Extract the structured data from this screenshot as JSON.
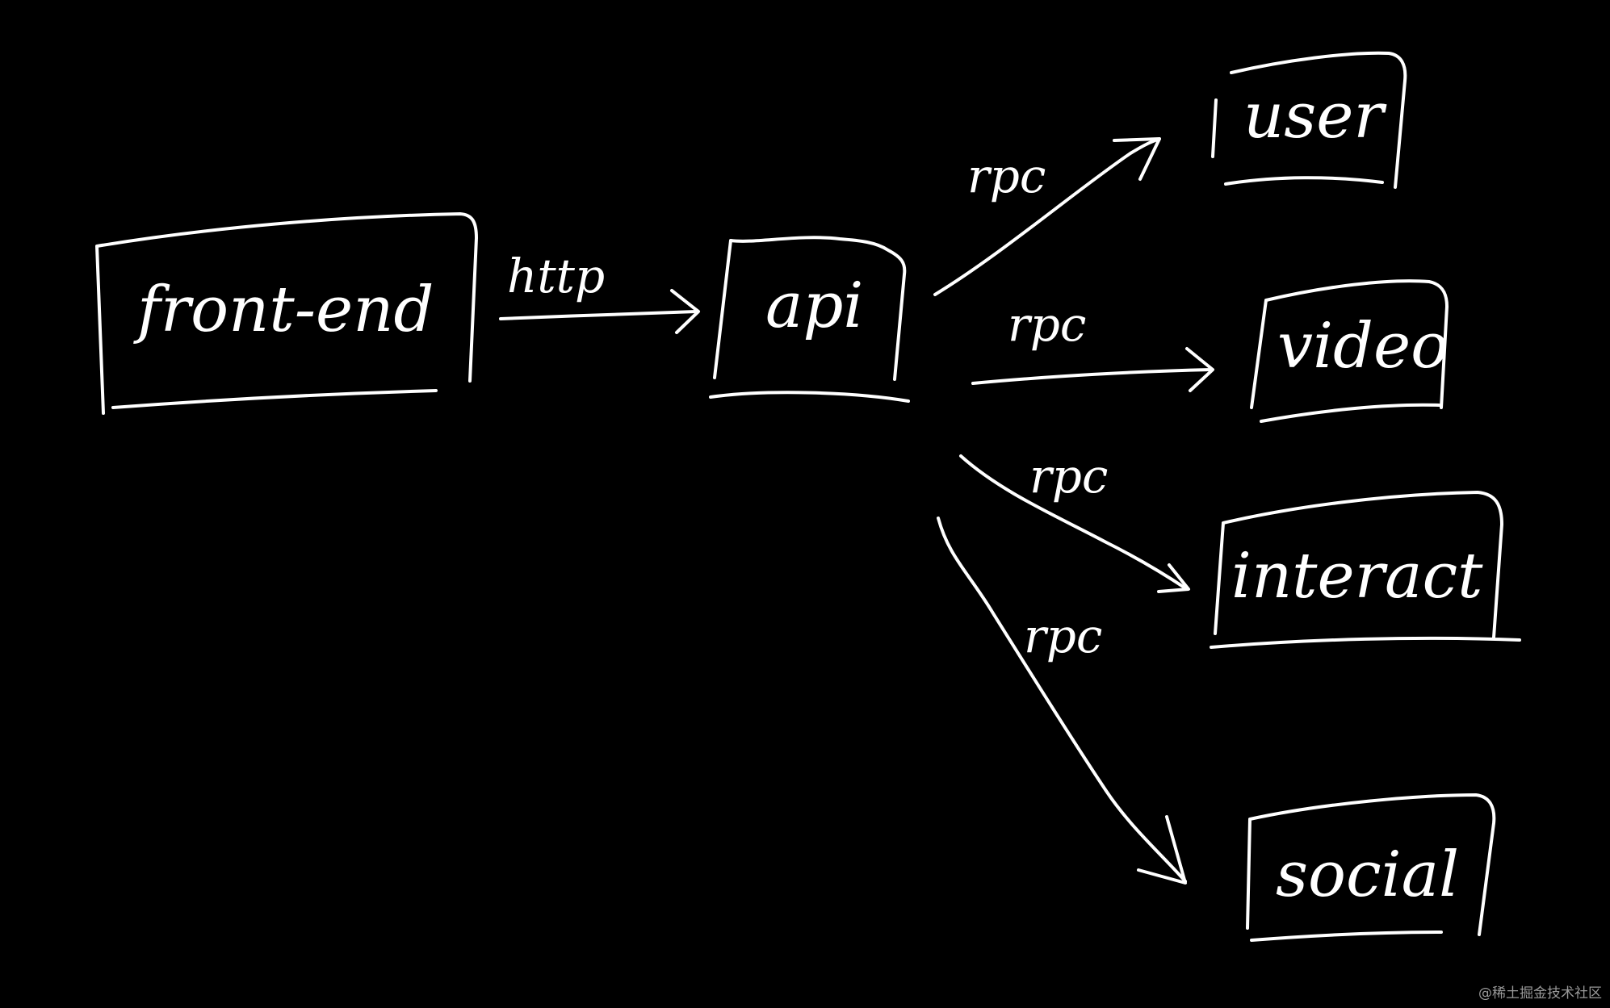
{
  "nodes": {
    "front_end": "front-end",
    "api": "api",
    "user": "user",
    "video": "video",
    "interact": "interact",
    "social": "social"
  },
  "edges": {
    "front_end_to_api": "http",
    "api_to_user": "rpc",
    "api_to_video": "rpc",
    "api_to_interact": "rpc",
    "api_to_social": "rpc"
  },
  "watermark": "@稀土掘金技术社区",
  "colors": {
    "background": "#000000",
    "ink": "#ffffff"
  }
}
